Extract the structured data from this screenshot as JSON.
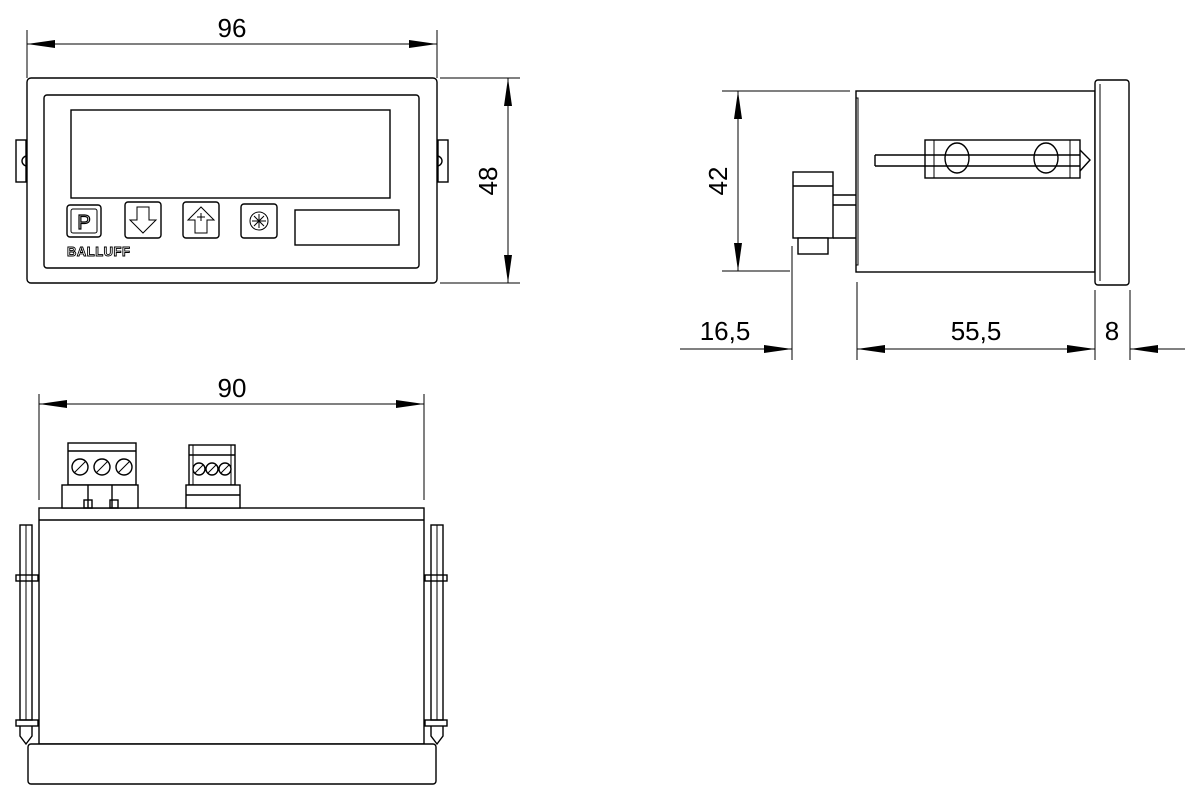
{
  "dimensions": {
    "front_width": "96",
    "front_height": "48",
    "side_height": "42",
    "terminal_depth": "16,5",
    "body_depth": "55,5",
    "bezel_depth": "8",
    "top_width": "90"
  },
  "brand_logo": "BALLUFF",
  "keys": [
    {
      "icon": "p-key-icon",
      "glyph": "P"
    },
    {
      "icon": "down-arrow-icon"
    },
    {
      "icon": "up-arrow-icon"
    },
    {
      "icon": "asterisk-icon"
    }
  ]
}
